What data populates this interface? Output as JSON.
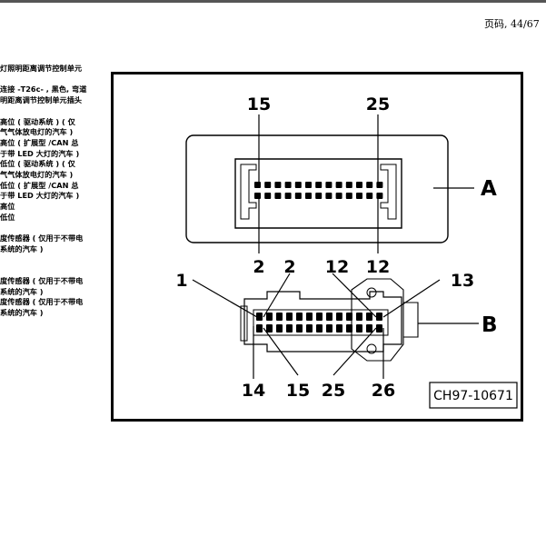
{
  "page_number": "页码, 44/67",
  "legend_lines": [
    "灯照明距离调节控制单元",
    "",
    "连接 -T26c- , 黑色, 弯道",
    "明距离调节控制单元插头",
    "",
    "高位 ( 驱动系统 ) ( 仅",
    "气气体放电灯的汽车 )",
    "高位 ( 扩展型 /CAN 总",
    "于带 LED 大灯的汽车 )",
    "低位 ( 驱动系统 ) ( 仅",
    "气气体放电灯的汽车 )",
    "低位 ( 扩展型 /CAN 总",
    "于带 LED 大灯的汽车 )",
    "高位",
    "低位",
    "",
    "度传感器 ( 仅用于不带电",
    "系统的汽车 )",
    "",
    "",
    "度传感器 ( 仅用于不带电",
    "系统的汽车 )",
    "度传感器 ( 仅用于不带电",
    "系统的汽车 )"
  ],
  "connector_a": {
    "label": "A",
    "pin_top_left": "15",
    "pin_top_right": "25",
    "pin_bottom_left": "2",
    "pin_bottom_right": "12"
  },
  "connector_b": {
    "label": "B",
    "pin_top_1": "1",
    "pin_top_2": "2",
    "pin_top_12": "12",
    "pin_top_13": "13",
    "pin_bottom_14": "14",
    "pin_bottom_15": "15",
    "pin_bottom_25": "25",
    "pin_bottom_26": "26"
  },
  "figure_code": "CH97-10671"
}
